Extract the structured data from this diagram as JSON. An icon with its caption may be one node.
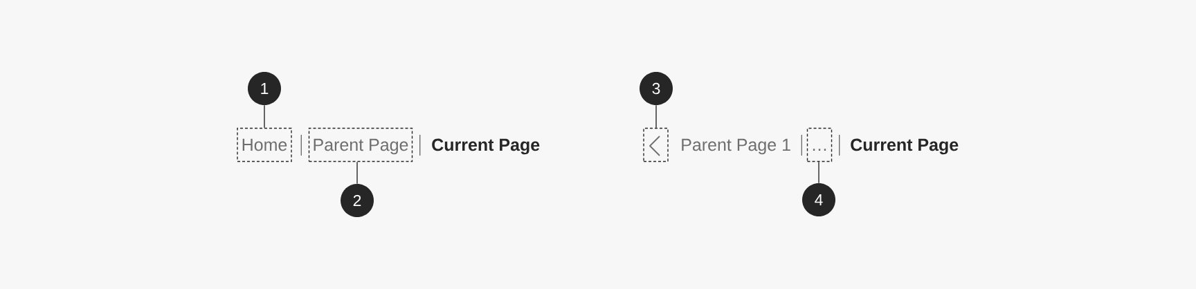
{
  "diagram": {
    "nodes": [
      {
        "text": [
          "1"
        ]
      },
      {
        "text": [
          "Home"
        ]
      },
      {
        "text": [
          "Parent Page"
        ]
      },
      {
        "text": [
          "2"
        ]
      },
      {
        "text": [
          "3"
        ]
      },
      {
        "text": [],
        "shape": "box"
      },
      {
        "text": [
          "…"
        ]
      },
      {
        "text": [
          "4"
        ]
      }
    ],
    "edges": [
      {
        "from": 0,
        "to": 1,
        "arrow": "none"
      },
      {
        "from": 3,
        "to": 2,
        "arrow": "none"
      },
      {
        "from": 4,
        "to": 5,
        "arrow": "none"
      },
      {
        "from": 7,
        "to": 6,
        "arrow": "none"
      }
    ],
    "labels": [
      "Current Page",
      "Parent Page 1",
      "Current Page"
    ]
  }
}
